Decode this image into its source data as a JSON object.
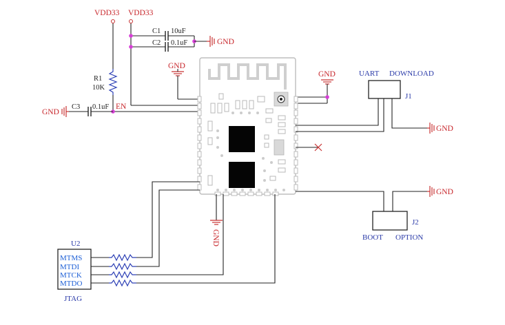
{
  "power": {
    "vdd_left": "VDD33",
    "vdd_right": "VDD33"
  },
  "capacitors": {
    "c1": {
      "ref": "C1",
      "value": "10uF"
    },
    "c2": {
      "ref": "C2",
      "value": "0.1uF"
    },
    "c3": {
      "ref": "C3",
      "value": "0.1uF"
    }
  },
  "resistor_r1": {
    "ref": "R1",
    "value": "10K"
  },
  "labels": {
    "en": "EN",
    "gnd": "GND"
  },
  "j1": {
    "ref": "J1",
    "left_label": "UART",
    "right_label": "DOWNLOAD"
  },
  "j2": {
    "ref": "J2",
    "left_label": "BOOT",
    "right_label": "OPTION"
  },
  "u2": {
    "ref": "U2",
    "caption": "JTAG",
    "pins": [
      "MTMS",
      "MTDI",
      "MTCK",
      "MTDO"
    ]
  },
  "colors": {
    "net_label": "#c8282d",
    "component_label": "#2a3aa8",
    "pin_label": "#1d5fd6",
    "junction": "#d63fd6",
    "wire": "#222222"
  }
}
